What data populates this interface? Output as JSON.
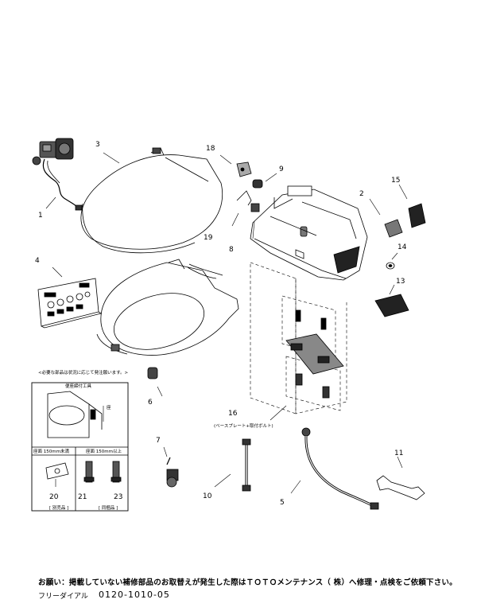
{
  "parts": {
    "p1": "1",
    "p2": "2",
    "p3": "3",
    "p4": "4",
    "p5": "5",
    "p6": "6",
    "p7": "7",
    "p8": "8",
    "p9": "9",
    "p10": "10",
    "p11": "11",
    "p12": "",
    "p13": "13",
    "p14": "14",
    "p15": "15",
    "p16": "16",
    "p18": "18",
    "p19": "19",
    "p20": "20",
    "p21": "21",
    "p23": "23"
  },
  "labels": {
    "part16_caption": "(ベースプレート+取付ボルト)",
    "box_heading": "<必要な部品は状況に応じて発注願います。>",
    "box_title": "便座締付工具",
    "under_150": "座面 150mm未満",
    "over_150": "座面 150mm以上",
    "dimension_mark": "座",
    "separate_item": "[ 別売品 ]",
    "included_item": "[ 同梱品 ]"
  },
  "footer": {
    "notice": "お願い：掲載していない補修部品のお取替えが発生した際はＴＯＴＯメンテナンス（ 株）へ修理・点検をご依頼下さい。",
    "phone_label": "フリーダイアル",
    "phone_number": "0120-1010-05"
  }
}
